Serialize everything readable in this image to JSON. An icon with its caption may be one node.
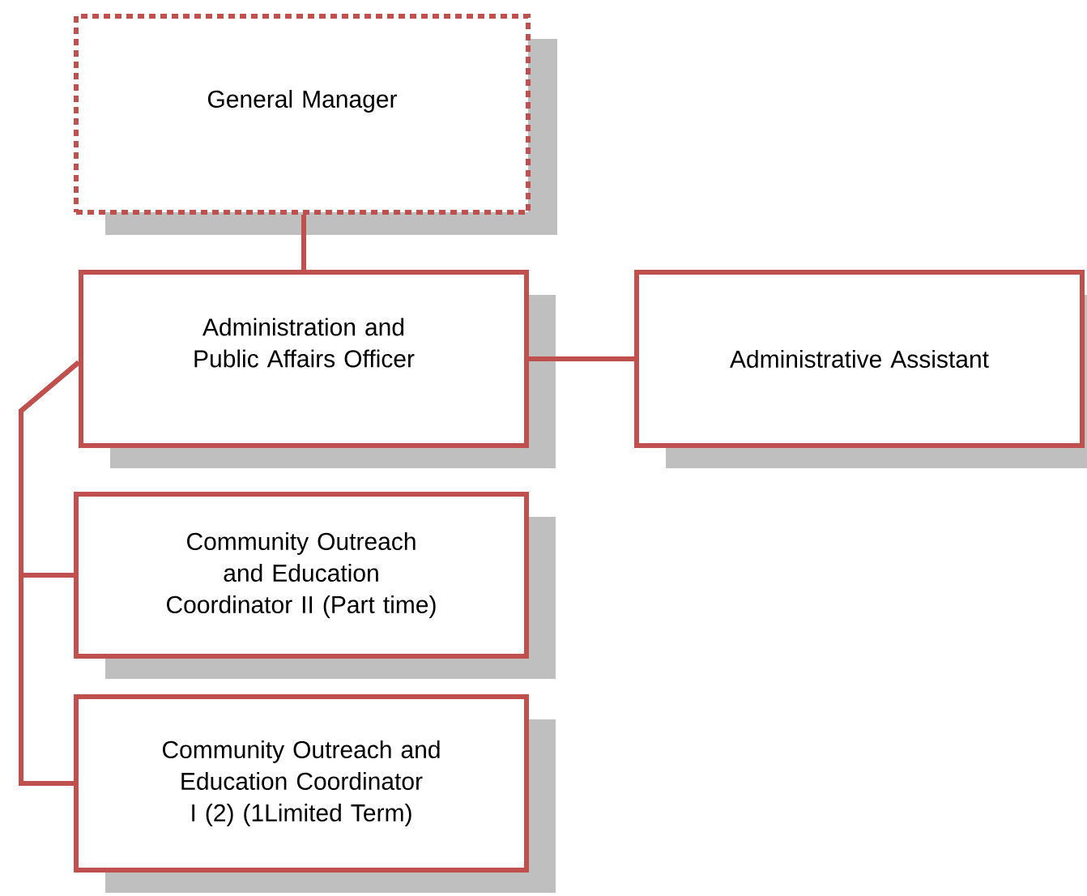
{
  "diagram": {
    "nodes": [
      {
        "text": [
          "General Manager"
        ]
      },
      {
        "text": [
          "Administration and Public Affairs Officer"
        ]
      },
      {
        "text": [
          "Administrative Assistant"
        ]
      },
      {
        "text": [
          "Community Outreach and Education Coordinator II (Part time)"
        ]
      },
      {
        "text": [
          "Community Outreach and Education Coordinator I (2) (1Limited Term)"
        ]
      }
    ],
    "edges": [
      {
        "from": 0,
        "to": 1,
        "arrow": "none"
      },
      {
        "from": 1,
        "to": 2,
        "arrow": "none"
      },
      {
        "from": 1,
        "to": 3,
        "arrow": "none"
      },
      {
        "from": 1,
        "to": 4,
        "arrow": "none"
      }
    ]
  }
}
